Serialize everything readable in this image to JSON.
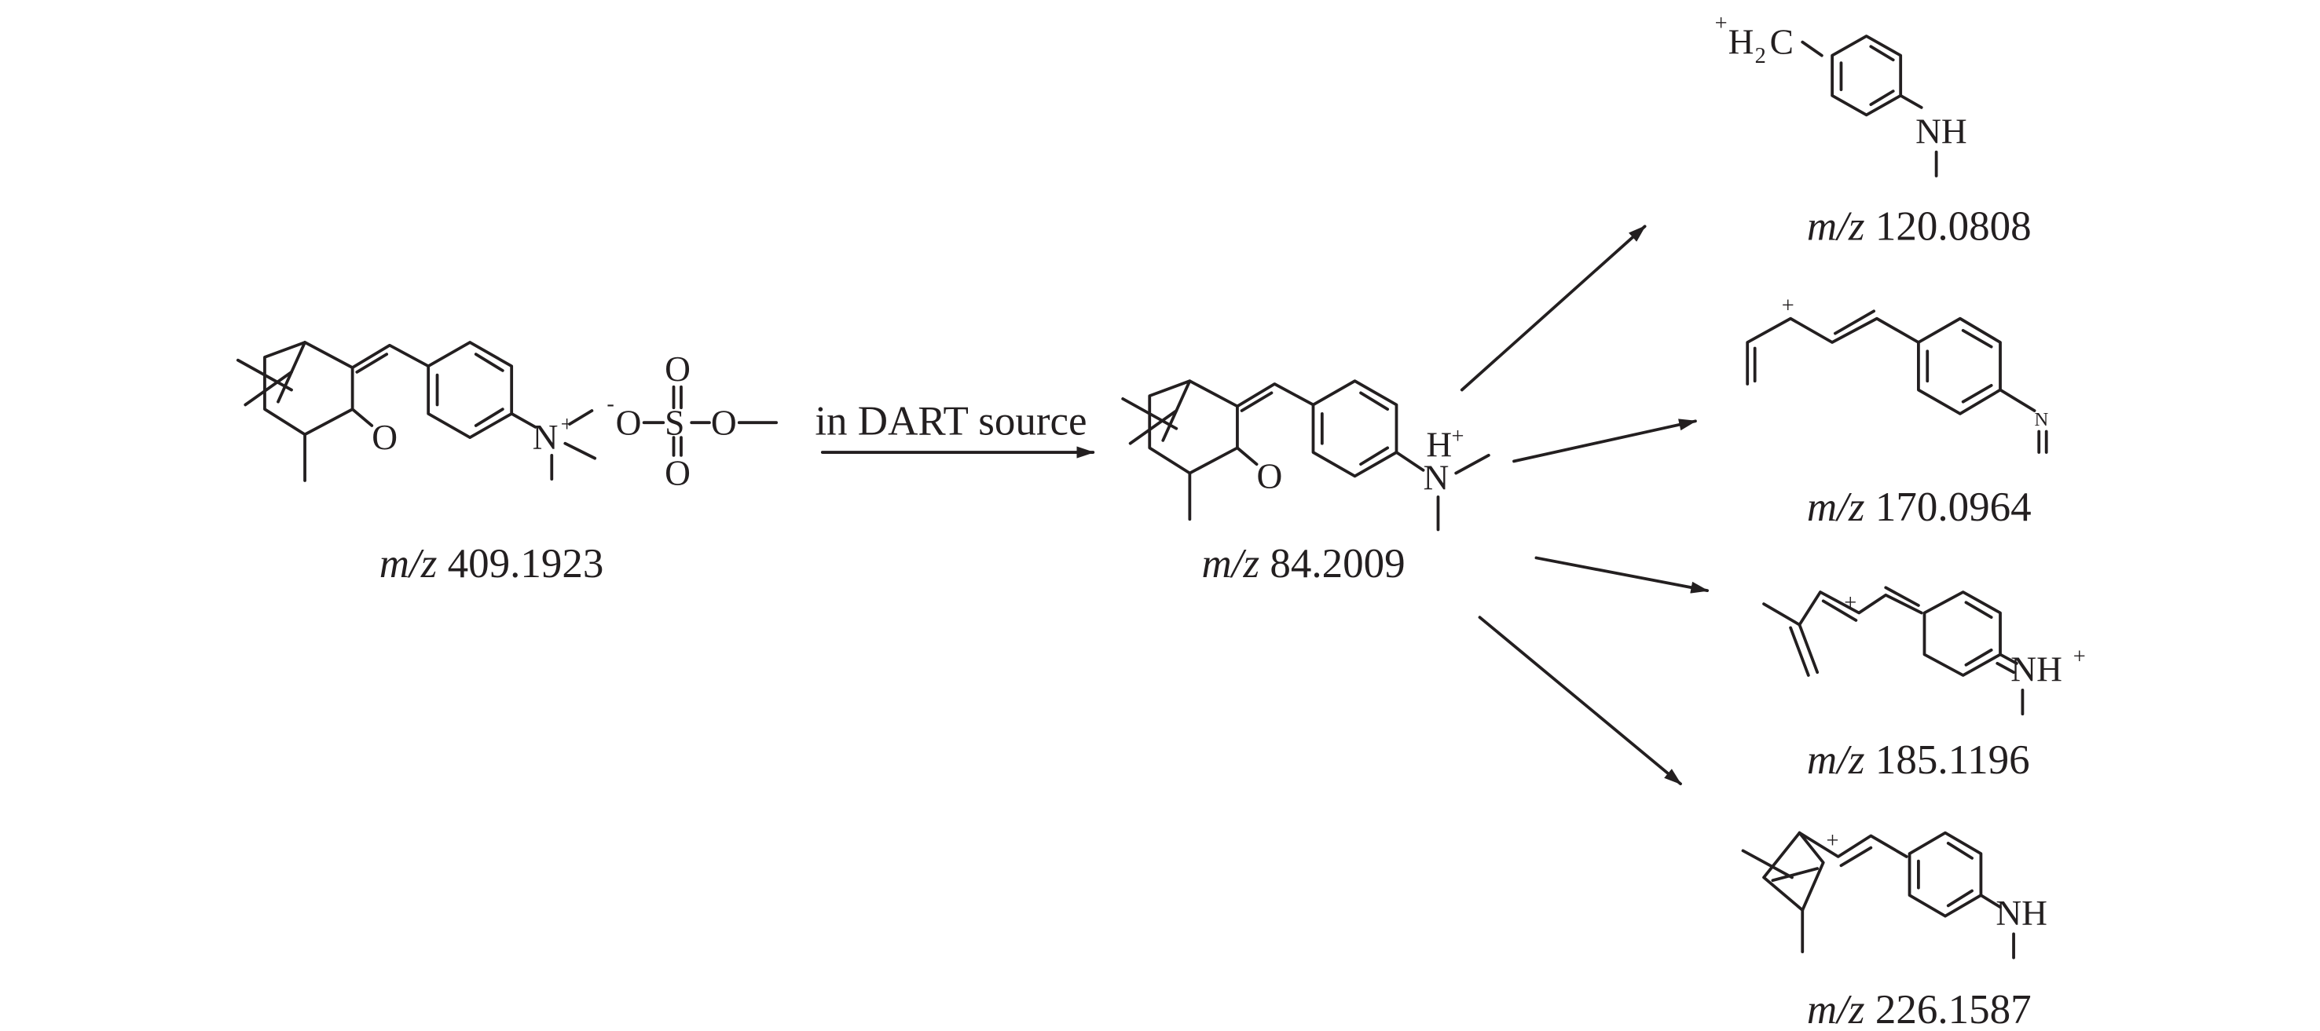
{
  "reaction": {
    "condition": "in DART source",
    "mz_prefix": "m/z",
    "precursor": {
      "mz": "409.1923"
    },
    "intermediate": {
      "mz": "84.2009"
    },
    "fragments": [
      {
        "mz": "120.0808"
      },
      {
        "mz": "170.0964"
      },
      {
        "mz": "185.1196"
      },
      {
        "mz": "226.1587"
      }
    ]
  },
  "atoms": {
    "O": "O",
    "N": "N",
    "S": "S",
    "H": "H",
    "NH": "NH",
    "H2C": "H",
    "sub2": "2",
    "C": "C",
    "plus": "+",
    "minus": "-"
  }
}
